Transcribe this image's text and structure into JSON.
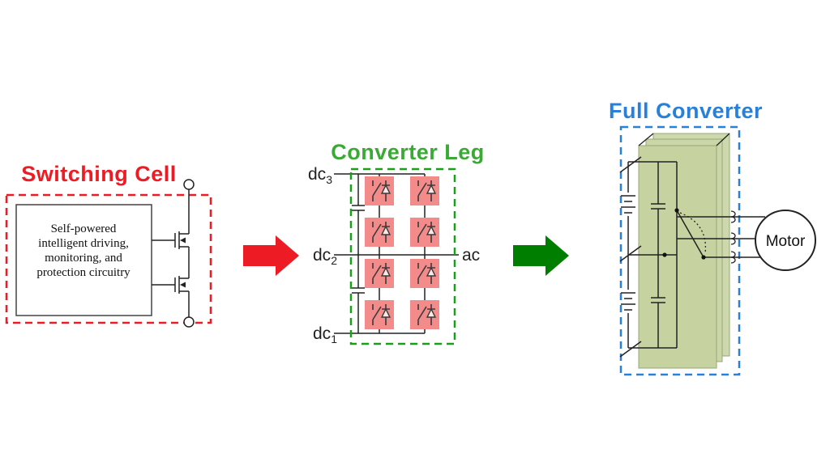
{
  "sections": {
    "switching_cell": {
      "title": "Switching Cell",
      "box_lines": [
        "Self-powered",
        "intelligent driving,",
        "monitoring, and",
        "protection circuitry"
      ]
    },
    "converter_leg": {
      "title": "Converter Leg",
      "terminals": {
        "dc3": {
          "base": "dc",
          "sub": "3"
        },
        "dc2": {
          "base": "dc",
          "sub": "2"
        },
        "dc1": {
          "base": "dc",
          "sub": "1"
        },
        "ac": "ac"
      }
    },
    "full_converter": {
      "title": "Full Converter",
      "motor_label": "Motor"
    }
  },
  "colors": {
    "red_accent": "#ed1c24",
    "green_title": "#3aaa35",
    "green_dash": "#18a018",
    "green_arrow": "#007e00",
    "blue_accent": "#2980d9",
    "cell_pink": "#f48b8b",
    "panel_green": "#c6d3a0"
  }
}
